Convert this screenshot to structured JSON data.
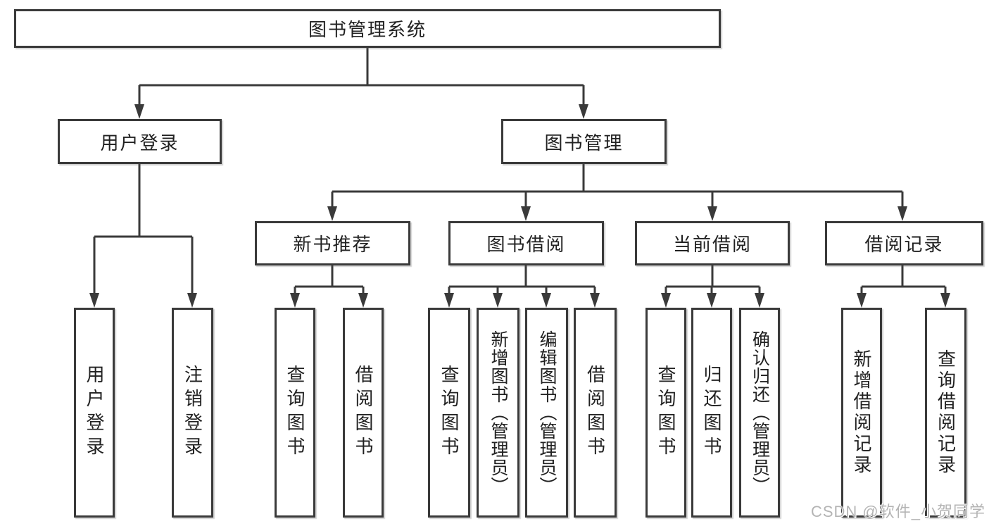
{
  "colors": {
    "line": "#3a3a3a",
    "box_border": "#3a3a3a",
    "text": "#212121",
    "watermark": "#b4b4b4"
  },
  "tree": {
    "root": {
      "label": "图书管理系统",
      "children": [
        {
          "label": "用户登录",
          "children": [
            {
              "label": "用户登录"
            },
            {
              "label": "注销登录"
            }
          ]
        },
        {
          "label": "图书管理",
          "children": [
            {
              "label": "新书推荐",
              "children": [
                {
                  "label": "查询图书"
                },
                {
                  "label": "借阅图书"
                }
              ]
            },
            {
              "label": "图书借阅",
              "children": [
                {
                  "label": "查询图书"
                },
                {
                  "label": "新增图书（管理员）"
                },
                {
                  "label": "编辑图书（管理员）"
                },
                {
                  "label": "借阅图书"
                }
              ]
            },
            {
              "label": "当前借阅",
              "children": [
                {
                  "label": "查询图书"
                },
                {
                  "label": "归还图书"
                },
                {
                  "label": "确认归还（管理员）"
                }
              ]
            },
            {
              "label": "借阅记录",
              "children": [
                {
                  "label": "新增借阅记录"
                },
                {
                  "label": "查询借阅记录"
                }
              ]
            }
          ]
        }
      ]
    }
  },
  "watermark": {
    "text": "CSDN @软件_小贺同学"
  }
}
